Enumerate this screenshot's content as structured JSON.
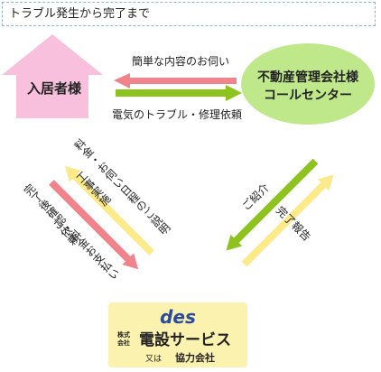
{
  "header": {
    "title": "トラブル発生から完了まで"
  },
  "resident": {
    "label": "入居者様",
    "color": "#f9c0de"
  },
  "call_center": {
    "line1": "不動産管理会社様",
    "line2": "コールセンター",
    "color": "#bfe88b"
  },
  "arrows": {
    "top_left": {
      "label": "簡単な内容のお伺い",
      "color": "#f1838c"
    },
    "top_right": {
      "label": "電気のトラブル・修理依頼",
      "color": "#8dc21f"
    },
    "mid_yellow": {
      "line1": "料金・お伺い日程のご説明",
      "line2": "工事実施",
      "color": "#fbe98a"
    },
    "mid_pink": {
      "line1": "完了後確認・料金お支払い",
      "line2": "ご依頼",
      "color": "#f1838c"
    },
    "right_green": {
      "label": "ご紹介",
      "color": "#8dc21f"
    },
    "right_yellow": {
      "label": "完了報告",
      "color": "#fbe98a"
    }
  },
  "company": {
    "logo_text": "des",
    "prefix_line1": "株式",
    "prefix_line2": "会社",
    "name": "電設サービス",
    "or_label": "又は",
    "alt_name": "協力会社",
    "bg_color": "#fbf2b0",
    "logo_color": "#2a4a9c"
  }
}
